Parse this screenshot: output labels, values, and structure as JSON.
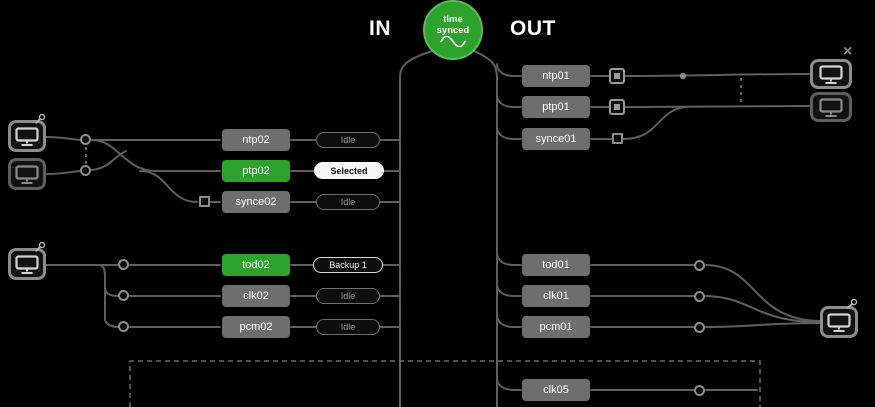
{
  "colors": {
    "background": "#000000",
    "accent_green": "#2da32d",
    "selected_white": "#f7f7f7",
    "wire_gray": "#5f5f5f"
  },
  "header": {
    "in_label": "IN",
    "out_label": "OUT",
    "center_node": {
      "line1": "time",
      "line2": "synced"
    }
  },
  "in_section": {
    "group1": {
      "nodes": [
        {
          "label": "ntp02",
          "state": "idle",
          "status": "Idle"
        },
        {
          "label": "ptp02",
          "state": "selected",
          "status": "Selected"
        },
        {
          "label": "synce02",
          "state": "idle",
          "status": "Idle"
        }
      ]
    },
    "group2": {
      "nodes": [
        {
          "label": "tod02",
          "state": "backup",
          "status": "Backup 1"
        },
        {
          "label": "clk02",
          "state": "idle",
          "status": "Idle"
        },
        {
          "label": "pcm02",
          "state": "idle",
          "status": "Idle"
        }
      ]
    }
  },
  "out_section": {
    "group1": {
      "nodes": [
        {
          "label": "ntp01"
        },
        {
          "label": "ptp01"
        },
        {
          "label": "synce01"
        }
      ]
    },
    "group2": {
      "nodes": [
        {
          "label": "tod01"
        },
        {
          "label": "clk01"
        },
        {
          "label": "pcm01"
        }
      ]
    },
    "group3": {
      "nodes": [
        {
          "label": "clk05"
        }
      ]
    }
  },
  "icons": {
    "close": "×"
  }
}
